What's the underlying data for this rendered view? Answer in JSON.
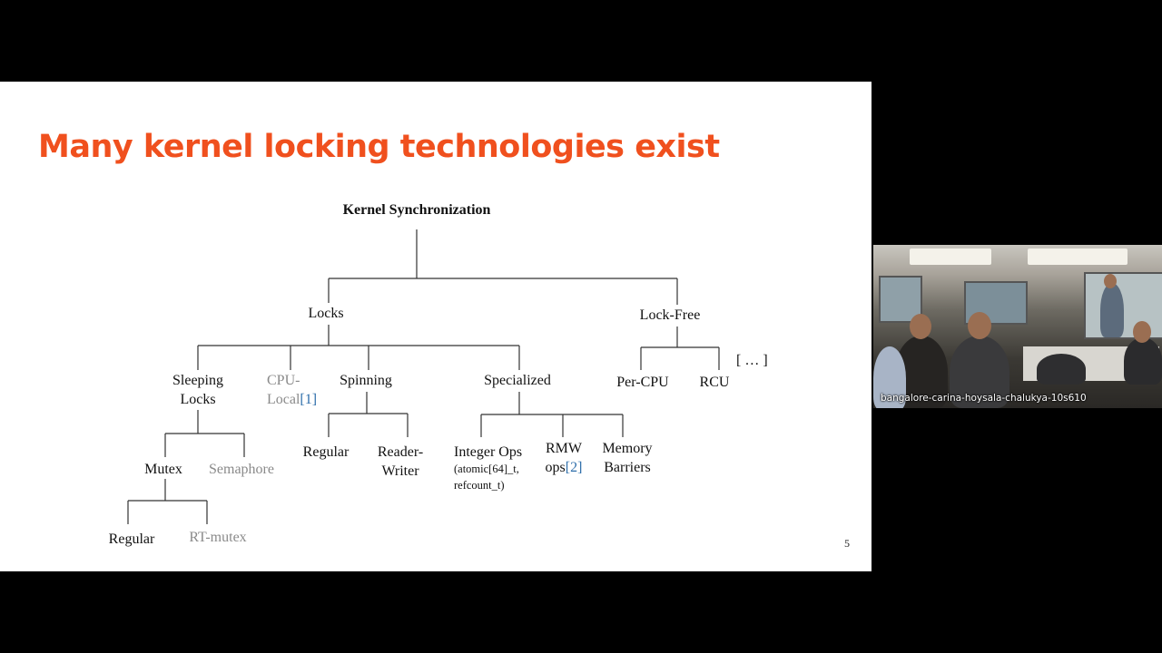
{
  "slide": {
    "title": "Many kernel locking technologies exist",
    "page_number": "5",
    "tree": {
      "root": "Kernel Synchronization",
      "locks": "Locks",
      "lock_free": "Lock-Free",
      "sleeping_locks_1": "Sleeping",
      "sleeping_locks_2": "Locks",
      "cpu_local_1": "CPU-",
      "cpu_local_2": "Local",
      "cpu_local_cite": "[1]",
      "spinning": "Spinning",
      "specialized": "Specialized",
      "per_cpu": "Per-CPU",
      "rcu": "RCU",
      "ellipsis": "[ … ]",
      "mutex": "Mutex",
      "semaphore": "Semaphore",
      "spin_regular": "Regular",
      "reader_writer_1": "Reader-",
      "reader_writer_2": "Writer",
      "integer_ops": "Integer Ops",
      "integer_ops_detail_1": "(atomic[64]_t,",
      "integer_ops_detail_2": "refcount_t)",
      "rmw_1": "RMW",
      "rmw_2": "ops",
      "rmw_cite": "[2]",
      "memory_barriers_1": "Memory",
      "memory_barriers_2": "Barriers",
      "mutex_regular": "Regular",
      "rt_mutex": "RT-mutex"
    }
  },
  "webcam": {
    "participant_name": "bangalore-carina-hoysala-chalukya-10s610"
  },
  "colors": {
    "title": "#f0501e",
    "citation": "#2f6fab",
    "muted_node": "#8a8a8a"
  }
}
